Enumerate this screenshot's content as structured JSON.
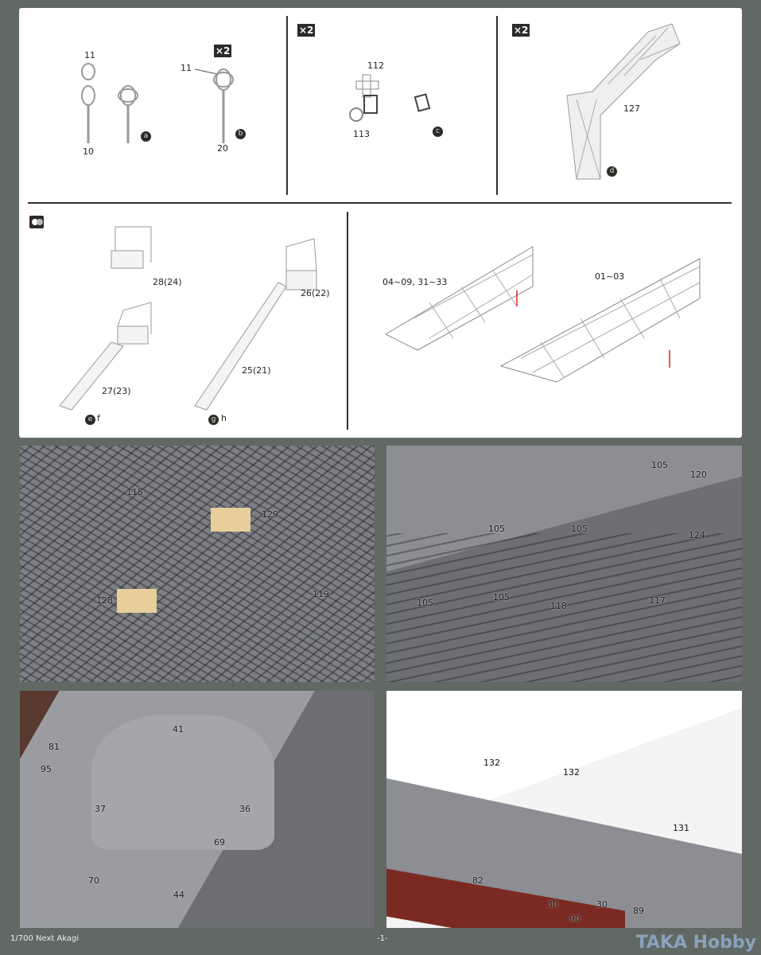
{
  "panel_a": {
    "multiplier": "×2",
    "labels": [
      "11",
      "10",
      "11",
      "20"
    ],
    "badges": [
      "a",
      "b"
    ]
  },
  "panel_b": {
    "multiplier": "×2",
    "labels": [
      "112",
      "113"
    ],
    "badges": [
      "c"
    ]
  },
  "panel_c": {
    "multiplier": "×2",
    "labels": [
      "127"
    ],
    "badges": [
      "d"
    ]
  },
  "panel_d": {
    "icon": "two-tone-paint-icon",
    "labels": [
      "28(24)",
      "26(22)",
      "27(23)",
      "25(21)"
    ],
    "badges": [
      "e",
      "f",
      "g",
      "h"
    ]
  },
  "panel_e": {
    "labels": [
      "04~09, 31~33",
      "01~03"
    ]
  },
  "photo_1": {
    "labels": [
      "115",
      "129",
      "128",
      "119"
    ]
  },
  "photo_2": {
    "labels": [
      "105",
      "120",
      "105",
      "105",
      "124",
      "105",
      "105",
      "118",
      "117"
    ]
  },
  "photo_3": {
    "labels": [
      "81",
      "41",
      "95",
      "37",
      "36",
      "69",
      "70",
      "44"
    ]
  },
  "photo_4": {
    "labels": [
      "132",
      "132",
      "131",
      "82",
      "30",
      "30",
      "90",
      "89"
    ]
  },
  "footer": {
    "title": "1/700 Next Akagi",
    "page": "-1-",
    "brand": "TAKA Hobby"
  },
  "colors": {
    "background": "#606963",
    "sheet": "#ffffff",
    "deck_gray": "#8a8c90",
    "brass": "#d9b77a",
    "hull_red": "#7a2a22"
  }
}
